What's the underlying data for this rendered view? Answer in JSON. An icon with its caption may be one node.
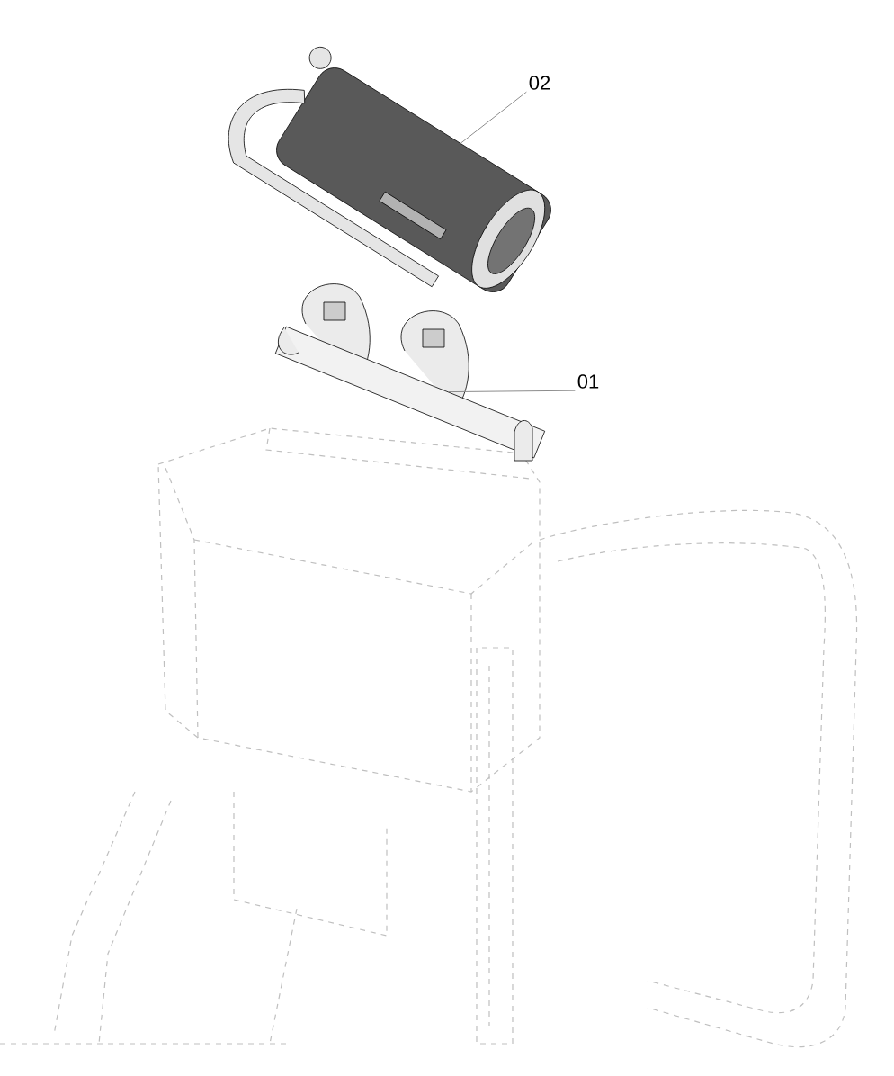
{
  "diagram": {
    "nodes": [
      {
        "text": [
          "02"
        ]
      },
      {
        "text": [],
        "shape": "picture"
      },
      {
        "text": [
          "01"
        ]
      },
      {
        "text": [],
        "shape": "picture"
      }
    ],
    "edges": [
      {
        "from": 0,
        "to": 1,
        "arrow": "none"
      },
      {
        "from": 2,
        "to": 3,
        "arrow": "none"
      }
    ]
  }
}
